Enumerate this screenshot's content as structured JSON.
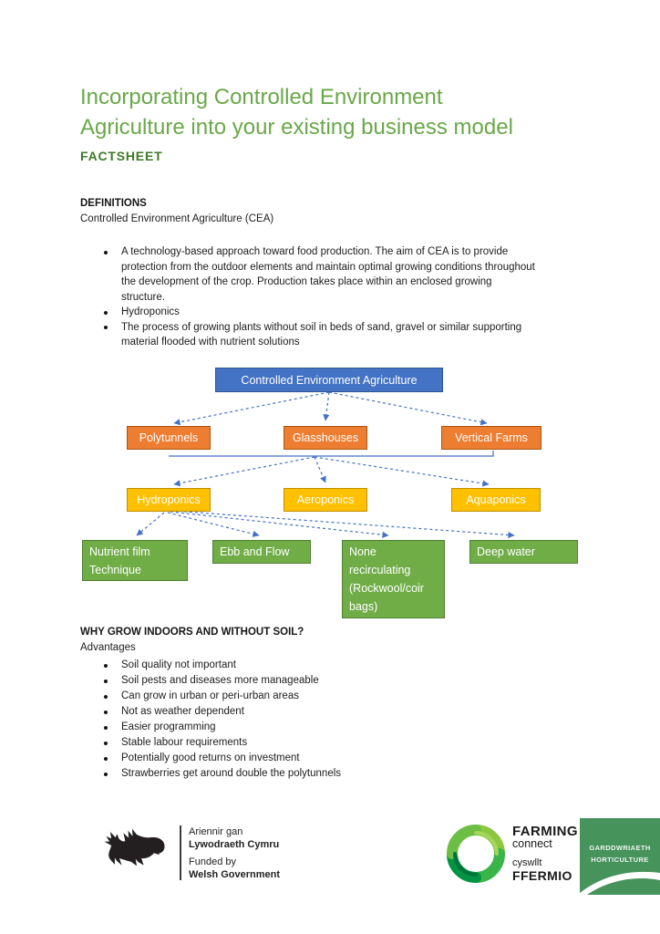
{
  "document": {
    "title_line1": "Incorporating Controlled Environment",
    "title_line2": "Agriculture into your existing business model",
    "subtitle": "FACTSHEET"
  },
  "definitions": {
    "heading": "DEFINITIONS",
    "lead": "Controlled Environment Agriculture (CEA)",
    "bullets": [
      "A technology-based approach toward food production. The aim of CEA is to provide protection from the outdoor elements and maintain optimal growing conditions throughout the development of the crop. Production takes place within an enclosed growing structure.",
      "Hydroponics",
      "The process of growing plants without soil in beds of sand, gravel or similar supporting material flooded with nutrient solutions"
    ]
  },
  "diagram": {
    "root": "Controlled Environment Agriculture",
    "structures": [
      "Polytunnels",
      "Glasshouses",
      "Vertical Farms"
    ],
    "systems": [
      "Hydroponics",
      "Aeroponics",
      "Aquaponics"
    ],
    "hydroponic_types": [
      "Nutrient film Technique",
      "Ebb and Flow",
      "None recirculating (Rockwool/coir bags)",
      "Deep water"
    ],
    "colors": {
      "root_fill": "#4472C4",
      "structures_fill": "#ED7D31",
      "systems_fill": "#FFC000",
      "types_fill": "#70AD47",
      "connector": "#4472C4"
    }
  },
  "why_grow": {
    "heading": "WHY GROW INDOORS AND WITHOUT SOIL?",
    "subheading": "Advantages",
    "bullets": [
      "Soil quality not important",
      "Soil pests and diseases more manageable",
      "Can grow in urban or peri-urban areas",
      "Not as weather dependent",
      "Easier programming",
      "Stable labour requirements",
      "Potentially good returns on investment",
      "Strawberries get around double the polytunnels"
    ]
  },
  "footer": {
    "welsh_government": {
      "welsh_line1": "Ariennir gan",
      "welsh_line2": "Lywodraeth Cymru",
      "english_line1": "Funded by",
      "english_line2": "Welsh Government"
    },
    "farming_connect": {
      "english_line1": "FARMING",
      "english_line2": "connect",
      "welsh_line1": "cyswllt",
      "welsh_line2": "FFERMIO"
    },
    "horticulture": {
      "welsh": "GARDDWRIAETH",
      "english": "HORTICULTURE"
    }
  }
}
